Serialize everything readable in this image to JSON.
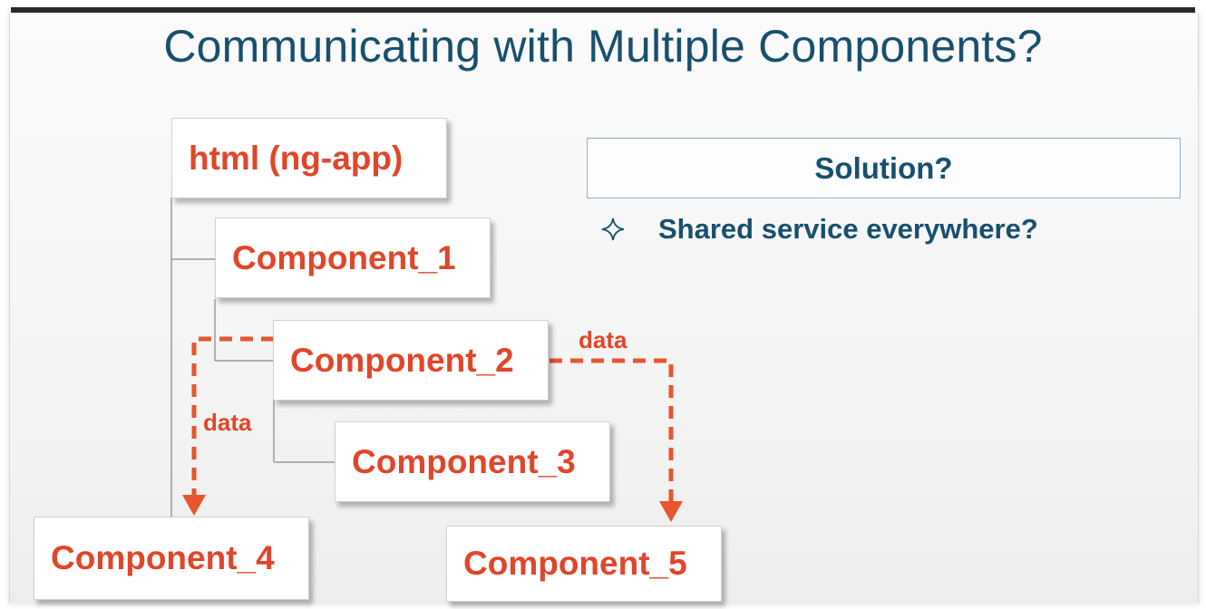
{
  "slide": {
    "title": "Communicating with Multiple Components?"
  },
  "tree": {
    "root": "html (ng-app)",
    "component_1": "Component_1",
    "component_2": "Component_2",
    "component_3": "Component_3",
    "component_4": "Component_4",
    "component_5": "Component_5"
  },
  "arrows": {
    "left_label": "data",
    "right_label": "data"
  },
  "solution": {
    "heading": "Solution?",
    "bullets": [
      {
        "icon": "four-point-star-icon",
        "text": "Shared service everywhere?"
      }
    ]
  },
  "colors": {
    "title": "#17506e",
    "component_text": "#e0462a",
    "arrow": "#e8552e",
    "connector": "#9a9a9a",
    "solution_border": "#8fb0cf"
  }
}
